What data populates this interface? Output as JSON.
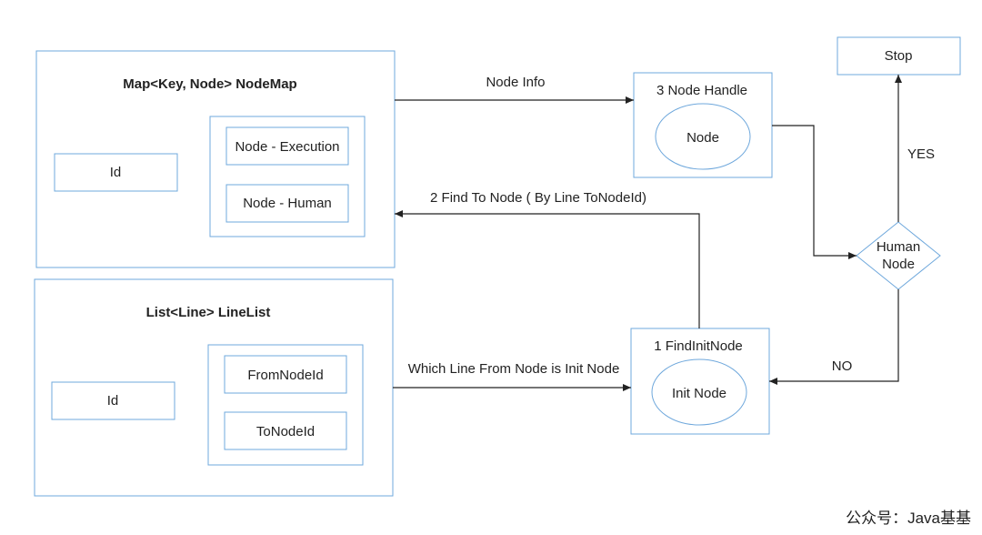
{
  "diagram": {
    "nodemap": {
      "title": "Map<Key, Node> NodeMap",
      "id_label": "Id",
      "items": [
        "Node - Execution",
        "Node - Human"
      ]
    },
    "linelist": {
      "title": "List<Line> LineList",
      "id_label": "Id",
      "items": [
        "FromNodeId",
        "ToNodeId"
      ]
    },
    "node_handle": {
      "title": "3 Node Handle",
      "inner": "Node"
    },
    "find_init": {
      "title": "1 FindInitNode",
      "inner": "Init Node"
    },
    "stop": "Stop",
    "decision": {
      "line1": "Human",
      "line2": "Node"
    },
    "edges": {
      "node_info": "Node Info",
      "find_to_node": "2 Find To Node ( By Line ToNodeId)",
      "which_line": "Which Line From Node is Init Node",
      "yes": "YES",
      "no": "NO"
    },
    "watermark": "公众号：Java基基",
    "colors": {
      "shape_stroke": "#6fa8dc",
      "line": "#222222",
      "watermark": "#e0282e"
    }
  }
}
